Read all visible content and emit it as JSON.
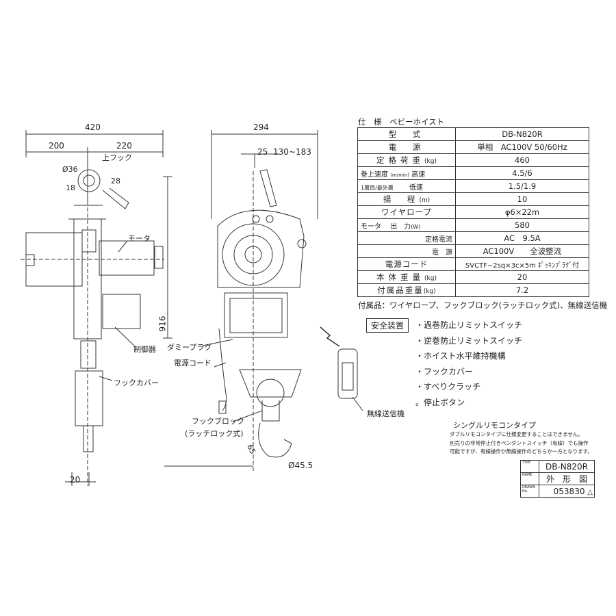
{
  "spec": {
    "header": "仕　様　ベビーホイスト",
    "rows": [
      {
        "key": "型　式",
        "value": "DB-N820R"
      },
      {
        "key": "電　源",
        "value": "単相　AC100V 50/60Hz"
      },
      {
        "key": "定格荷重",
        "unit": "(kg)",
        "value": "460"
      },
      {
        "key": "巻上速度",
        "sub1": "1層目/最外層",
        "unit": "(m/min)",
        "sub_key": "高速",
        "value": "4.5/6"
      },
      {
        "key": "",
        "sub_key": "低速",
        "value": "1.5/1.9"
      },
      {
        "key": "揚　程",
        "unit": "(m)",
        "value": "10"
      },
      {
        "key": "ワイヤロープ",
        "value": "φ6×22m"
      },
      {
        "key": "モータ",
        "sub_key": "出　力",
        "unit": "(W)",
        "value": "580"
      },
      {
        "key": "",
        "sub_key": "定格電流",
        "value": "AC　9.5A"
      },
      {
        "key": "",
        "sub_key": "電　源",
        "value": "AC100V　　全波整流"
      },
      {
        "key": "電源コード",
        "value": "SVCTF−2sq×3c×5m ﾎﾟｯｷﾝﾌﾟﾗｸﾞ付"
      },
      {
        "key": "本体重量",
        "unit": "(kg)",
        "value": "20"
      },
      {
        "key": "付属品重量",
        "unit": "(kg)",
        "value": "7.2"
      }
    ],
    "accessories": "付属品：ワイヤロープ、フックブロック(ラッチロック式)、無線送信機"
  },
  "safety": {
    "title": "安全装置",
    "items": [
      "・過巻防止リミットスイッチ",
      "・逆巻防止リミットスイッチ",
      "・ホイスト水平維持機構",
      "・フックカバー",
      "・すべりクラッチ",
      "。停止ボタン"
    ]
  },
  "remote_note": {
    "title": "シングルリモコンタイプ",
    "lines": [
      "ダブルリモコンタイプに仕様変更することはできません。",
      "別売りの非常停止付きペンダントスイッチ（有線）でも操作",
      "可能ですが、有線操作か無線操作のどちらか一方となります。"
    ]
  },
  "title_block": {
    "type_caption": "TYPE",
    "type": "DB-N820R",
    "name_caption": "NAME",
    "name": "外　形　図",
    "drawn_caption": "DRAWN No.",
    "drawn": "053830"
  },
  "dimensions": {
    "w420": "420",
    "w200": "200",
    "w220": "220",
    "d36": "Ø36",
    "d18": "18",
    "d28": "28",
    "h916": "916",
    "w20": "20",
    "w294": "294",
    "d25": "25",
    "d130": "130~183",
    "d45": "Ø45.5",
    "d65": "65"
  },
  "labels": {
    "top_hook": "上フック",
    "motor": "モータ",
    "controller": "制御器",
    "hook_cover": "フックカバー",
    "dummy_plug": "ダミープラグ",
    "power_cord": "電源コード",
    "hook_block": "フックブロック",
    "latch": "(ラッチロック式)",
    "transmitter": "無線送信機"
  }
}
